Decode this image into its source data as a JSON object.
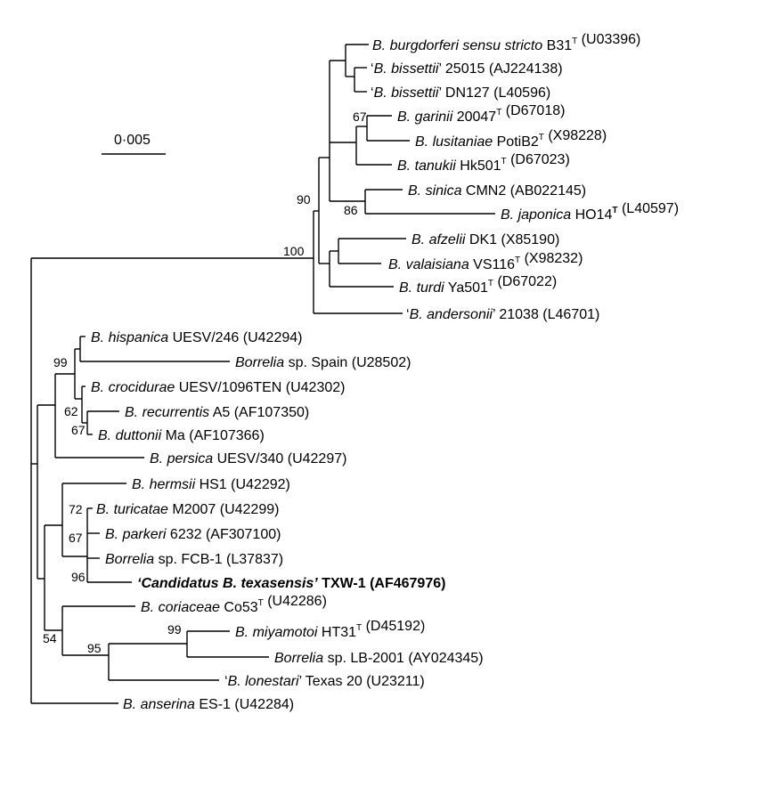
{
  "scale_bar": {
    "label": "0·005"
  },
  "bootstrap": {
    "b90": "90",
    "b100": "100",
    "b67_garinii": "67",
    "b86": "86",
    "b99_hisp": "99",
    "b62": "62",
    "b67_dutt": "67",
    "b72": "72",
    "b67_park": "67",
    "b96": "96",
    "b54": "54",
    "b95": "95",
    "b99_miya": "99"
  },
  "taxa": [
    {
      "id": "burgdorferi",
      "parts": [
        {
          "t": "B. burgdorferi sensu stricto",
          "i": true
        },
        {
          "t": " B31"
        },
        {
          "t": "T",
          "sup": true
        },
        {
          "t": " (U03396)"
        }
      ]
    },
    {
      "id": "bissettii_25015",
      "parts": [
        {
          "t": "‘"
        },
        {
          "t": "B. bissettii",
          "i": true
        },
        {
          "t": "’ 25015 (AJ224138)"
        }
      ]
    },
    {
      "id": "bissettii_dn127",
      "parts": [
        {
          "t": "‘"
        },
        {
          "t": "B. bissettii",
          "i": true
        },
        {
          "t": "’ DN127 (L40596)"
        }
      ]
    },
    {
      "id": "garinii",
      "parts": [
        {
          "t": "B. garinii",
          "i": true
        },
        {
          "t": " 20047"
        },
        {
          "t": "T",
          "sup": true
        },
        {
          "t": " (D67018)"
        }
      ]
    },
    {
      "id": "lusitaniae",
      "parts": [
        {
          "t": "B. lusitaniae",
          "i": true
        },
        {
          "t": " PotiB2"
        },
        {
          "t": "T",
          "sup": true
        },
        {
          "t": " (X98228)"
        }
      ]
    },
    {
      "id": "tanukii",
      "parts": [
        {
          "t": "B. tanukii",
          "i": true
        },
        {
          "t": " Hk501"
        },
        {
          "t": "T",
          "sup": true
        },
        {
          "t": " (D67023)"
        }
      ]
    },
    {
      "id": "sinica",
      "parts": [
        {
          "t": "B. sinica",
          "i": true
        },
        {
          "t": " CMN2 (AB022145)"
        }
      ]
    },
    {
      "id": "japonica",
      "parts": [
        {
          "t": "B. japonica",
          "i": true
        },
        {
          "t": " HO14"
        },
        {
          "t": "T",
          "sup": true,
          "b": true
        },
        {
          "t": " (L40597)"
        }
      ]
    },
    {
      "id": "afzelii",
      "parts": [
        {
          "t": "B. afzelii",
          "i": true
        },
        {
          "t": " DK1 (X85190)"
        }
      ]
    },
    {
      "id": "valaisiana",
      "parts": [
        {
          "t": "B. valaisiana",
          "i": true
        },
        {
          "t": " VS116"
        },
        {
          "t": "T",
          "sup": true
        },
        {
          "t": " (X98232)"
        }
      ]
    },
    {
      "id": "turdi",
      "parts": [
        {
          "t": "B. turdi",
          "i": true
        },
        {
          "t": " Ya501"
        },
        {
          "t": "T",
          "sup": true
        },
        {
          "t": " (D67022)"
        }
      ]
    },
    {
      "id": "andersonii",
      "parts": [
        {
          "t": "‘"
        },
        {
          "t": "B. andersonii",
          "i": true
        },
        {
          "t": "’ 21038 (L46701)"
        }
      ]
    },
    {
      "id": "hispanica",
      "parts": [
        {
          "t": "B. hispanica",
          "i": true
        },
        {
          "t": " UESV/246 (U42294)"
        }
      ]
    },
    {
      "id": "spain",
      "parts": [
        {
          "t": "Borrelia",
          "i": true
        },
        {
          "t": " sp. Spain (U28502)"
        }
      ]
    },
    {
      "id": "crocidurae",
      "parts": [
        {
          "t": "B. crocidurae",
          "i": true
        },
        {
          "t": " UESV/1096TEN (U42302)"
        }
      ]
    },
    {
      "id": "recurrentis",
      "parts": [
        {
          "t": "B. recurrentis",
          "i": true
        },
        {
          "t": " A5 (AF107350)"
        }
      ]
    },
    {
      "id": "duttonii",
      "parts": [
        {
          "t": "B. duttonii",
          "i": true
        },
        {
          "t": " Ma (AF107366)"
        }
      ]
    },
    {
      "id": "persica",
      "parts": [
        {
          "t": "B. persica",
          "i": true
        },
        {
          "t": " UESV/340 (U42297)"
        }
      ]
    },
    {
      "id": "hermsii",
      "parts": [
        {
          "t": "B. hermsii",
          "i": true
        },
        {
          "t": " HS1 (U42292)"
        }
      ]
    },
    {
      "id": "turicatae",
      "parts": [
        {
          "t": "B. turicatae",
          "i": true
        },
        {
          "t": " M2007 (U42299)"
        }
      ]
    },
    {
      "id": "parkeri",
      "parts": [
        {
          "t": "B. parkeri",
          "i": true
        },
        {
          "t": " 6232 (AF307100)"
        }
      ]
    },
    {
      "id": "fcb1",
      "parts": [
        {
          "t": "Borrelia",
          "i": true
        },
        {
          "t": " sp. FCB-1 (L37837)"
        }
      ]
    },
    {
      "id": "texasensis",
      "parts": [
        {
          "t": "‘Candidatus B. texasensis’",
          "i": true,
          "b": true
        },
        {
          "t": " TXW-1 (AF467976)",
          "b": true
        }
      ]
    },
    {
      "id": "coriaceae",
      "parts": [
        {
          "t": "B. coriaceae",
          "i": true
        },
        {
          "t": " Co53"
        },
        {
          "t": "T",
          "sup": true
        },
        {
          "t": " (U42286)"
        }
      ]
    },
    {
      "id": "miyamotoi",
      "parts": [
        {
          "t": "B. miyamotoi",
          "i": true
        },
        {
          "t": " HT31"
        },
        {
          "t": "T",
          "sup": true
        },
        {
          "t": " (D45192)"
        }
      ]
    },
    {
      "id": "lb2001",
      "parts": [
        {
          "t": "Borrelia",
          "i": true
        },
        {
          "t": " sp. LB-2001 (AY024345)"
        }
      ]
    },
    {
      "id": "lonestari",
      "parts": [
        {
          "t": "‘"
        },
        {
          "t": "B. lonestari",
          "i": true
        },
        {
          "t": "’ Texas 20 (U23211)"
        }
      ]
    },
    {
      "id": "anserina",
      "parts": [
        {
          "t": "B. anserina",
          "i": true
        },
        {
          "t": " ES-1 (U42284)"
        }
      ]
    }
  ]
}
